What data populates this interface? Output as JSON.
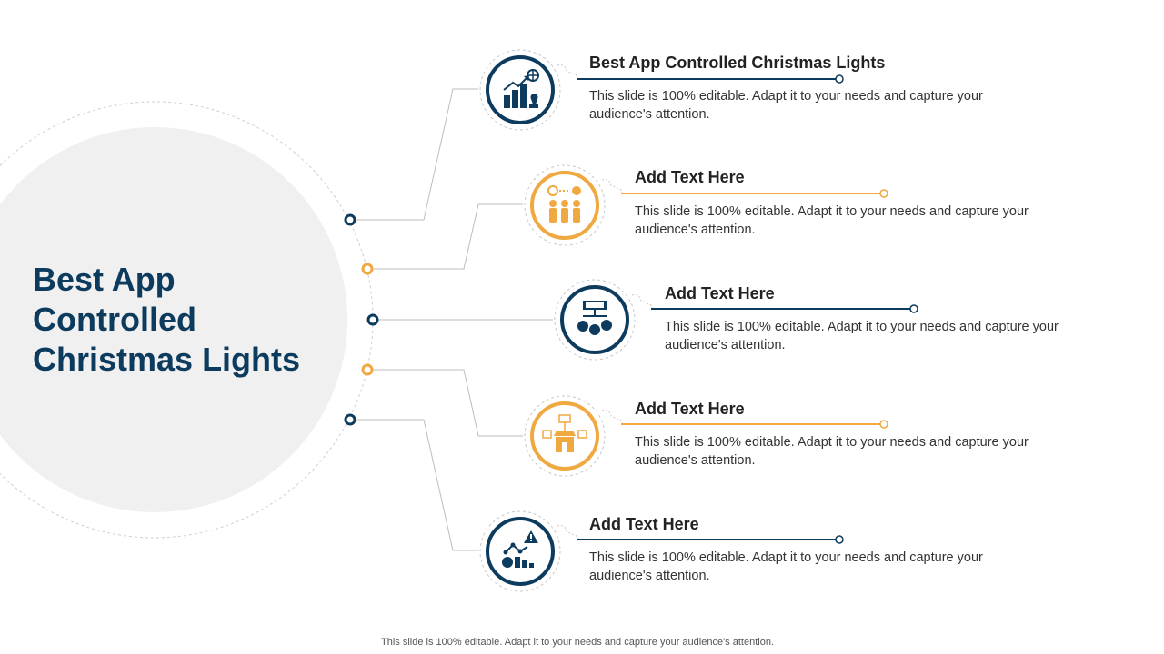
{
  "slide": {
    "title": "Best App Controlled Christmas Lights",
    "footer": "This slide is 100% editable. Adapt it to your needs and capture your audience's attention.",
    "colors": {
      "navy": "#0d3b5e",
      "orange": "#f0a841",
      "grey_disc": "#f0f0f1"
    },
    "items": [
      {
        "title": "Best App Controlled Christmas Lights",
        "desc": "This slide is 100% editable. Adapt it to your needs and capture your audience's attention.",
        "color": "navy",
        "icon": "growth-chart-icon"
      },
      {
        "title": "Add Text Here",
        "desc": "This slide is 100% editable. Adapt it to your needs and capture your audience's attention.",
        "color": "orange",
        "icon": "team-exchange-icon"
      },
      {
        "title": "Add Text Here",
        "desc": "This slide is 100% editable. Adapt it to your needs and capture your audience's attention.",
        "color": "navy",
        "icon": "ipo-icon"
      },
      {
        "title": "Add Text Here",
        "desc": "This slide is 100% editable. Adapt it to your needs and capture your audience's attention.",
        "color": "orange",
        "icon": "store-network-icon"
      },
      {
        "title": "Add Text Here",
        "desc": "This slide is 100% editable. Adapt it to your needs and capture your audience's attention.",
        "color": "navy",
        "icon": "risk-chart-icon"
      }
    ]
  }
}
